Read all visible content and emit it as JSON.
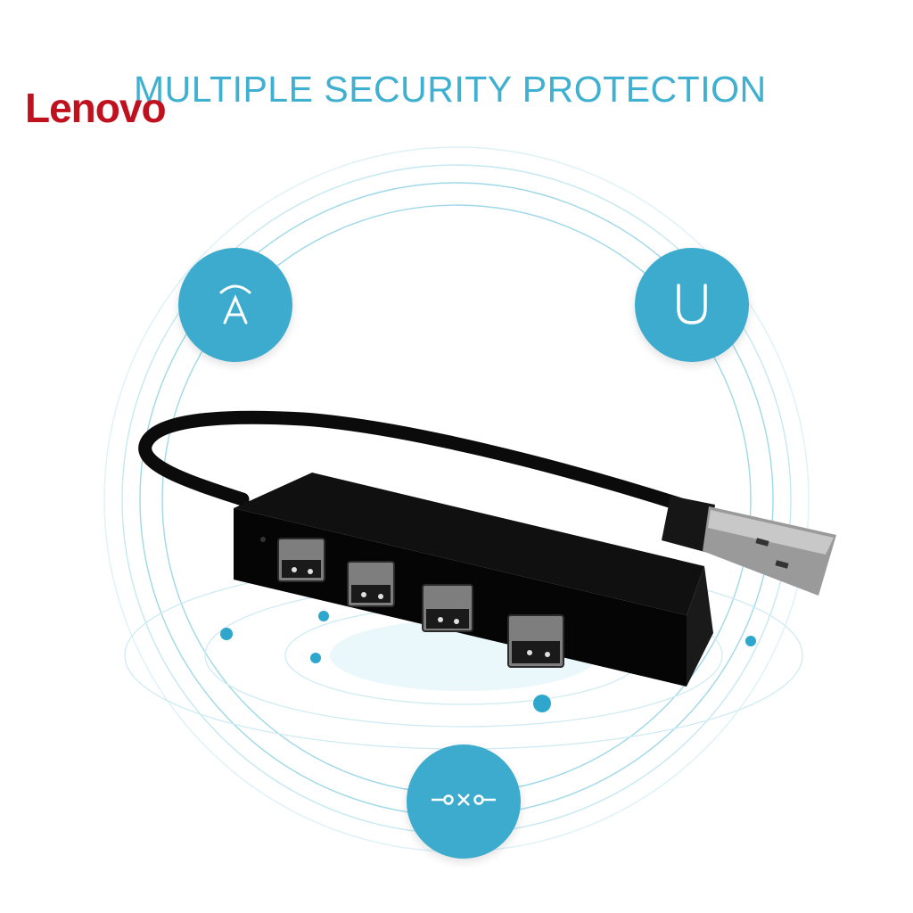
{
  "brand": {
    "logo_text": "Lenovo",
    "logo_color": "#c0111f"
  },
  "header": {
    "title": "MULTIPLE SECURITY PROTECTION",
    "title_color": "#3fb0cf"
  },
  "badges": [
    {
      "id": "a",
      "glyph": "A",
      "icon": "signal-a-icon"
    },
    {
      "id": "u",
      "glyph": "U",
      "icon": "u-shape-icon"
    },
    {
      "id": "switch",
      "glyph": "—o×o—",
      "icon": "circuit-switch-icon"
    }
  ],
  "product": {
    "name": "4-port USB hub",
    "ports": 4,
    "body_color": "#111111"
  },
  "colors": {
    "accent": "#3cabcd",
    "ring": "#9fd8e8",
    "dot": "#2fa6cc"
  }
}
